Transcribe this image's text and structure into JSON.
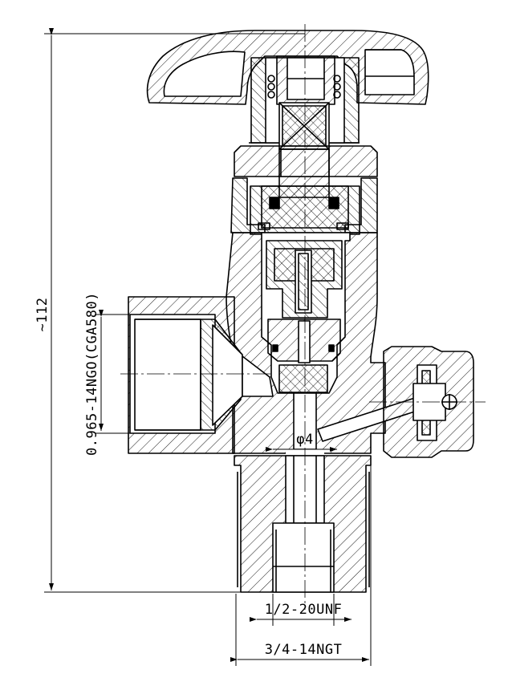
{
  "drawing": {
    "dimensions": {
      "overall_height": "~112",
      "side_port_thread": "0.965-14NGO(CGA580)",
      "bore_diameter": "φ4",
      "inlet_thread_inner": "1/2-20UNF",
      "inlet_thread_outer": "3/4-14NGT"
    },
    "colors": {
      "line": "#000000",
      "background": "#ffffff"
    }
  }
}
